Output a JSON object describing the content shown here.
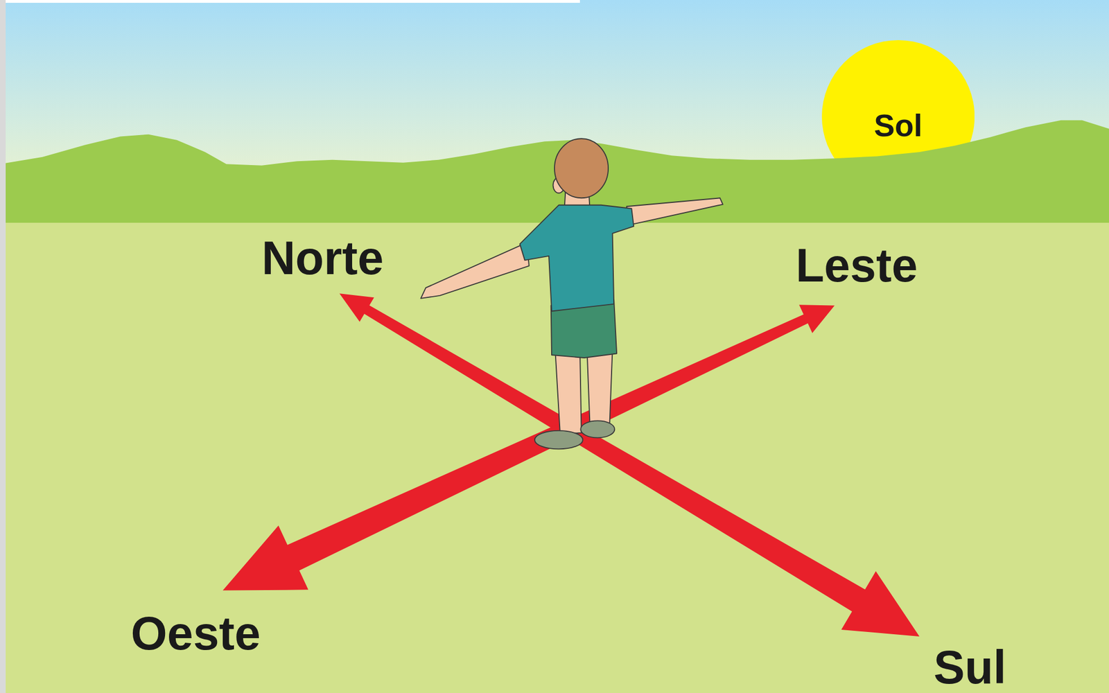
{
  "diagram": {
    "nodes": [
      {
        "text": [
          "Sol"
        ]
      }
    ],
    "labels": [
      "Norte",
      "Leste",
      "Oeste",
      "Sul"
    ]
  }
}
